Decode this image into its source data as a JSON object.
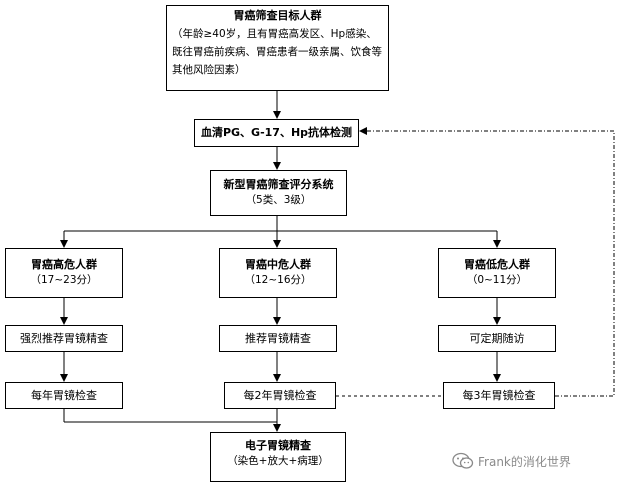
{
  "target": {
    "title": "胃癌筛查目标人群",
    "desc": "（年龄≥40岁，且有胃癌高发区、Hp感染、既往胃癌前疾病、胃癌患者一级亲属、饮食等其他风险因素）"
  },
  "serum_test": "血清PG、G-17、Hp抗体检测",
  "scoring": {
    "title": "新型胃癌筛查评分系统",
    "sub": "（5类、3级）"
  },
  "groups": [
    {
      "title": "胃癌高危人群",
      "score": "（17~23分）",
      "action": "强烈推荐胃镜精查",
      "exam": "每年胃镜检查"
    },
    {
      "title": "胃癌中危人群",
      "score": "（12~16分）",
      "action": "推荐胃镜精查",
      "exam": "每2年胃镜检查"
    },
    {
      "title": "胃癌低危人群",
      "score": "（0~11分）",
      "action": "可定期随访",
      "exam": "每3年胃镜检查"
    }
  ],
  "endoscopy": {
    "title": "电子胃镜精查",
    "sub": "（染色+放大+病理）"
  },
  "watermark": "Frank的消化世界",
  "colors": {
    "line": "#000000",
    "watermark": "#8a8a8a"
  }
}
